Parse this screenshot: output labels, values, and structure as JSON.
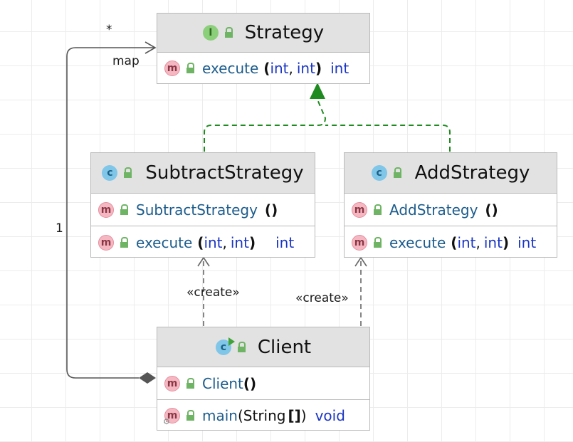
{
  "colors": {
    "realization_arrow": "#1f8a1f",
    "dependency_arrow": "#666666",
    "association_line": "#555555"
  },
  "edge_labels": {
    "assoc_multiplicity_target": "*",
    "assoc_role": "map",
    "assoc_multiplicity_source": "1",
    "create_subtract": "«create»",
    "create_add": "«create»"
  },
  "strategy": {
    "kind_icon": "interface-icon",
    "kind_letter": "I",
    "name": "Strategy",
    "method": {
      "icon_letter": "m",
      "name": "execute",
      "open": "(",
      "p1": "int",
      "comma": ",",
      "p2": "int",
      "close": ")",
      "returns": "int"
    }
  },
  "subtract": {
    "kind_icon": "class-icon",
    "kind_letter": "c",
    "name": "SubtractStrategy",
    "ctor": {
      "icon_letter": "m",
      "name": "SubtractStrategy",
      "parens": "()"
    },
    "method": {
      "icon_letter": "m",
      "name": "execute",
      "open": "(",
      "p1": "int",
      "comma": ",",
      "p2": "int",
      "close": ")",
      "returns": "int"
    }
  },
  "add": {
    "kind_icon": "class-icon",
    "kind_letter": "c",
    "name": "AddStrategy",
    "ctor": {
      "icon_letter": "m",
      "name": "AddStrategy",
      "parens": "()"
    },
    "method": {
      "icon_letter": "m",
      "name": "execute",
      "open": "(",
      "p1": "int",
      "comma": ",",
      "p2": "int",
      "close": ")",
      "returns": "int"
    }
  },
  "client": {
    "kind_icon": "runnable-class-icon",
    "kind_letter": "c",
    "name": "Client",
    "ctor": {
      "icon_letter": "m",
      "name": "Client",
      "parens": "()"
    },
    "method": {
      "icon_letter": "m",
      "name": "main",
      "open": "(",
      "param": "String",
      "array": "[]",
      "close": ")",
      "returns": "void"
    }
  }
}
